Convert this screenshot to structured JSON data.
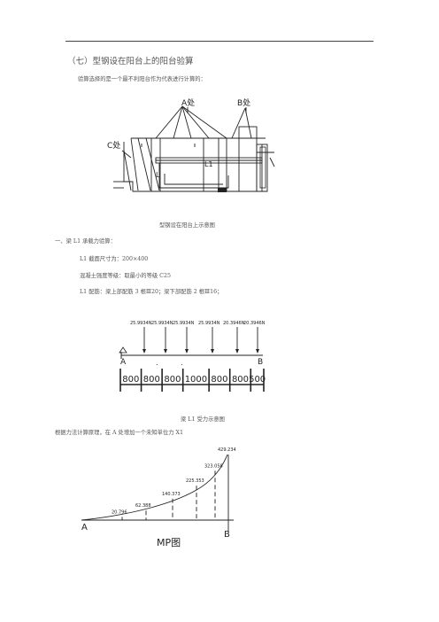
{
  "section_title": "（七）型钢设在阳台上的阳台验算",
  "intro": "验算选择的是一个最不利阳台作为代表进行计算的：",
  "fig1": {
    "label_a": "A处",
    "label_b": "B处",
    "label_c": "C处",
    "label_l1": "L1",
    "label_l": "L",
    "caption": "型钢设在阳台上示意图"
  },
  "section_1": "一、梁 L1 承载力验算：",
  "line_1": "L1 截面尺寸为：200×400",
  "line_2": "混凝土强度等级：取最小的等级 C25",
  "line_3": "L1 配筋：梁上部配筋 3 根Ⅲ20；梁下部配筋 2 根Ⅲ16；",
  "fig2": {
    "loads": [
      "25.9934N",
      "25.9934N",
      "25.9934N",
      "25.9934N",
      "20.3946N",
      "20.3946N"
    ],
    "label_a": "A",
    "label_b": "B",
    "spans": [
      "800",
      "800",
      "800",
      "1000",
      "800",
      "800",
      "500"
    ],
    "caption": "梁 L1 受力示意图"
  },
  "line_4": "根据力法计算原理，在 A 处增加一个未知单位力 X1",
  "fig3": {
    "values": [
      "20.796",
      "62.388",
      "140.373",
      "225.353",
      "323.058",
      "429.234"
    ],
    "label_a": "A",
    "label_b": "B",
    "caption": "MP图"
  }
}
